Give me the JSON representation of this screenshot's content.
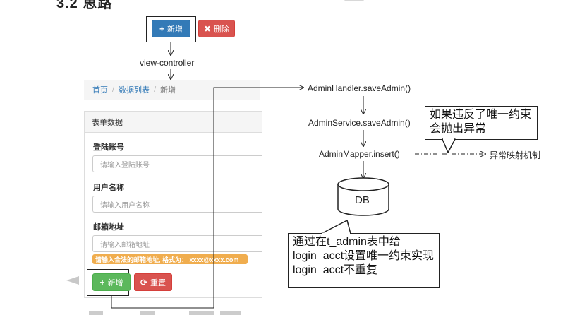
{
  "heading": "3.2 思路",
  "top_buttons": {
    "add_label": "新增",
    "delete_label": "删除"
  },
  "flow": {
    "view_controller": "view-controller",
    "handler": "AdminHandler.saveAdmin()",
    "service": "AdminService.saveAdmin()",
    "mapper": "AdminMapper.insert()",
    "exception_mapping": "异常映射机制",
    "db": "DB"
  },
  "callouts": {
    "exception": "如果违反了唯一约束会抛出异常",
    "unique": "通过在t_admin表中给login_acct设置唯一约束实现login_acct不重复"
  },
  "breadcrumb": [
    "首页",
    "数据列表",
    "新增"
  ],
  "form": {
    "panel_title": "表单数据",
    "fields": [
      {
        "label": "登陆账号",
        "placeholder": "请输入登陆账号"
      },
      {
        "label": "用户名称",
        "placeholder": "请输入用户名称"
      },
      {
        "label": "邮箱地址",
        "placeholder": "请输入邮箱地址"
      }
    ],
    "email_hint": "请输入合法的邮箱地址, 格式为： xxxx@xxxx.com",
    "add_label": "新增",
    "reset_label": "重置"
  },
  "colors": {
    "primary": "#337ab7",
    "danger": "#d9534f",
    "success": "#5cb85c",
    "warning": "#f0ad4e"
  }
}
